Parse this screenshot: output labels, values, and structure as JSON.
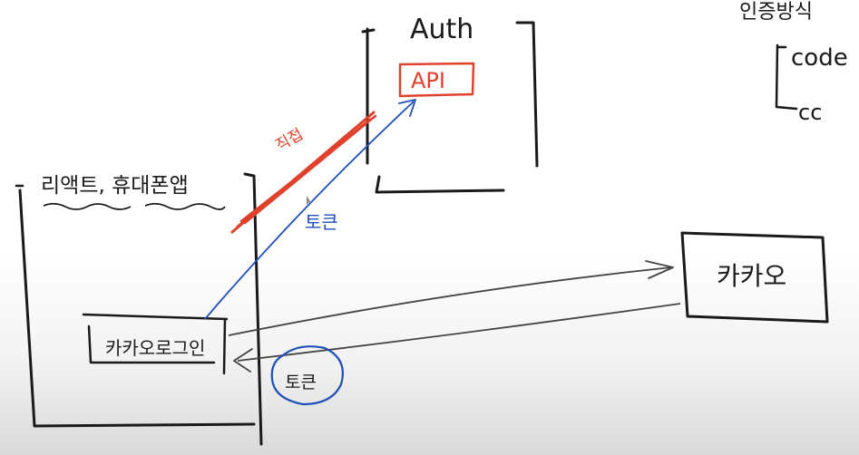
{
  "boxes": {
    "auth_title": "Auth",
    "api_label": "API",
    "client_title": "리액트, 휴대폰앱",
    "kakao_login": "카카오로그인",
    "kakao": "카카오"
  },
  "notes": {
    "auth_methods_title": "인증방식",
    "method_code": "code",
    "method_cc": "cc"
  },
  "arrows": {
    "direct_label": "직접",
    "token_label": "토큰",
    "token_circle_label": "토큰"
  },
  "colors": {
    "ink": "#1a1a1a",
    "red": "#e0412c",
    "blue": "#1f4fb8"
  }
}
